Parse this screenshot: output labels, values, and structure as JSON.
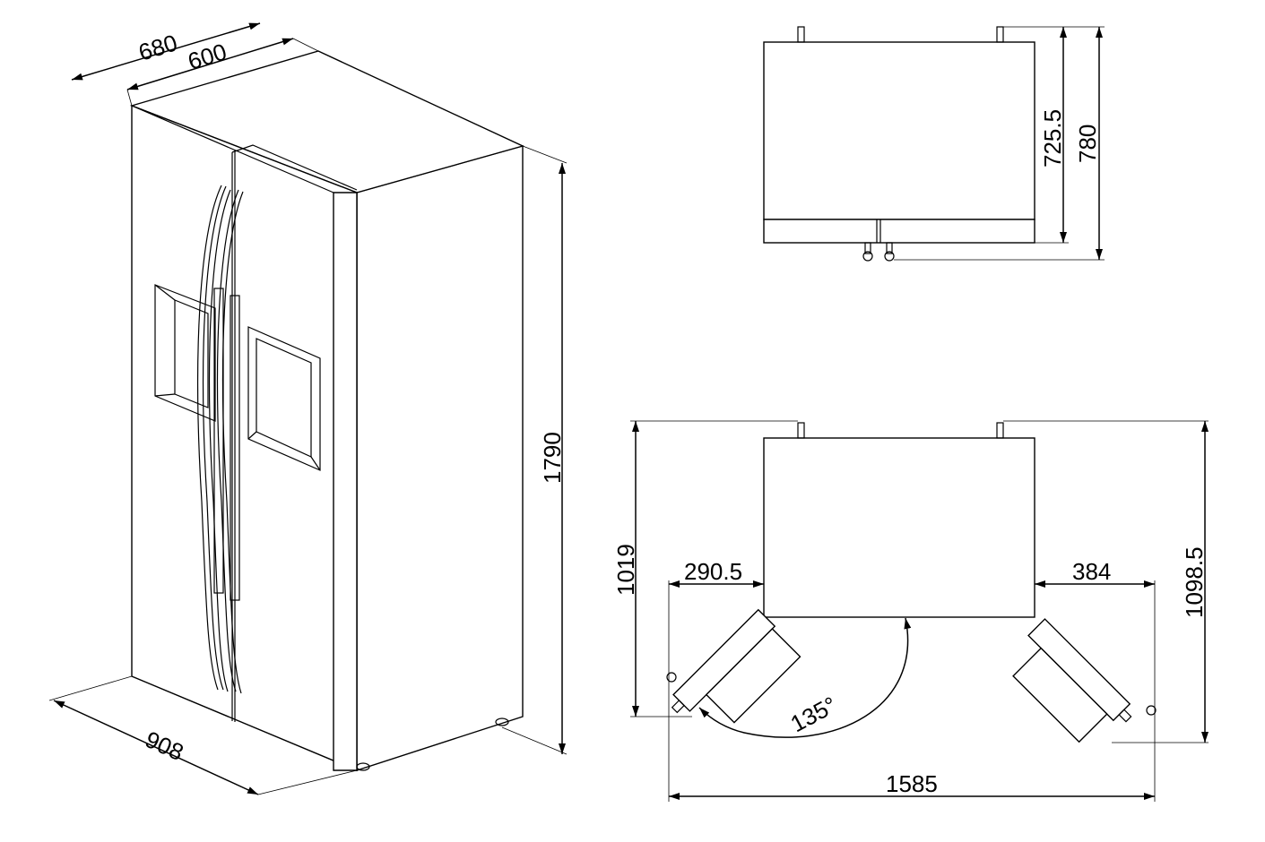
{
  "dimensions": {
    "iso_depth_total": "680",
    "iso_depth_body": "600",
    "iso_width": "908",
    "iso_height": "1790",
    "top_depth_body": "725.5",
    "top_depth_total": "780",
    "open_left_clearance": "290.5",
    "open_right_clearance": "384",
    "open_depth_left": "1019",
    "open_depth_right": "1098.5",
    "open_total_width": "1585",
    "door_angle": "135°"
  }
}
